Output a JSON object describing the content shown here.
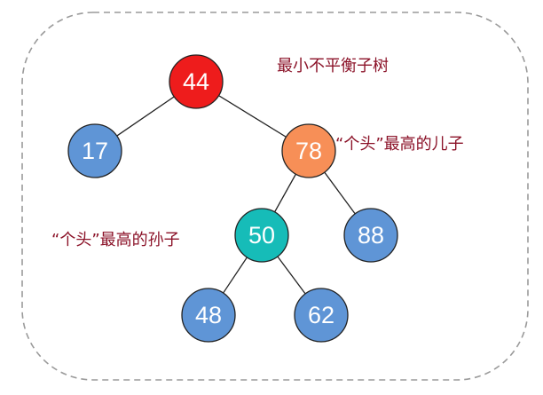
{
  "colors": {
    "root": "#ee1c1c",
    "child": "#f78f57",
    "grandchild": "#16bcb8",
    "default": "#5f95d6",
    "edge": "#222222",
    "annotation": "#8b1228",
    "frame": "#9a9a9a"
  },
  "nodes": [
    {
      "id": "n44",
      "label": "44",
      "role": "root"
    },
    {
      "id": "n17",
      "label": "17",
      "role": "default"
    },
    {
      "id": "n78",
      "label": "78",
      "role": "child"
    },
    {
      "id": "n50",
      "label": "50",
      "role": "grandchild"
    },
    {
      "id": "n88",
      "label": "88",
      "role": "default"
    },
    {
      "id": "n48",
      "label": "48",
      "role": "default"
    },
    {
      "id": "n62",
      "label": "62",
      "role": "default"
    }
  ],
  "edges": [
    {
      "from": "n44",
      "to": "n17"
    },
    {
      "from": "n44",
      "to": "n78"
    },
    {
      "from": "n78",
      "to": "n50"
    },
    {
      "from": "n78",
      "to": "n88"
    },
    {
      "from": "n50",
      "to": "n48"
    },
    {
      "from": "n50",
      "to": "n62"
    }
  ],
  "annotations": {
    "unbalanced_subtree": "最小不平衡子树",
    "tallest_child": "“个头”最高的儿子",
    "tallest_grandchild": "“个头”最高的孙子"
  }
}
